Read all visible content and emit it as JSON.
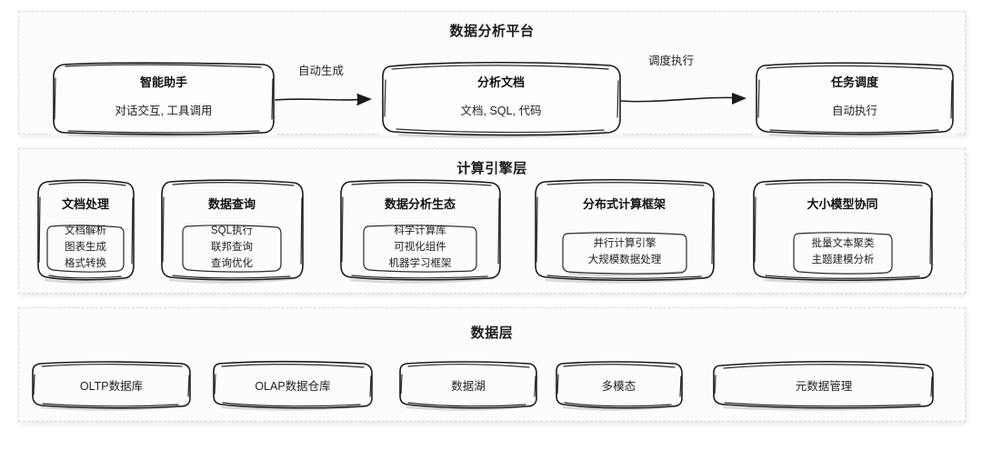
{
  "diagram": {
    "title_not_shown": false,
    "layers": [
      {
        "id": "platform",
        "title": "数据分析平台",
        "nodes": [
          {
            "title": "智能助手",
            "subtitle": "对话交互, 工具调用"
          },
          {
            "title": "分析文档",
            "subtitle": "文档, SQL, 代码"
          },
          {
            "title": "任务调度",
            "subtitle": "自动执行"
          }
        ],
        "arrows": [
          {
            "label": "自动生成",
            "from": "智能助手",
            "to": "分析文档"
          },
          {
            "label": "调度执行",
            "from": "分析文档",
            "to": "任务调度"
          }
        ]
      },
      {
        "id": "compute",
        "title": "计算引擎层",
        "cards": [
          {
            "title": "文档处理",
            "items": [
              "文档解析",
              "图表生成",
              "格式转换"
            ]
          },
          {
            "title": "数据查询",
            "items": [
              "SQL执行",
              "联邦查询",
              "查询优化"
            ]
          },
          {
            "title": "数据分析生态",
            "items": [
              "科学计算库",
              "可视化组件",
              "机器学习框架"
            ]
          },
          {
            "title": "分布式计算框架",
            "items": [
              "并行计算引擎",
              "大规模数据处理"
            ]
          },
          {
            "title": "大小模型协同",
            "items": [
              "批量文本聚类",
              "主题建模分析"
            ]
          }
        ]
      },
      {
        "id": "data",
        "title": "数据层",
        "nodes": [
          {
            "label": "OLTP数据库"
          },
          {
            "label": "OLAP数据仓库"
          },
          {
            "label": "数据湖"
          },
          {
            "label": "多模态"
          },
          {
            "label": "元数据管理"
          }
        ]
      }
    ],
    "colors": {
      "background": "#ffffff",
      "layer_fill": "#fcfcfc",
      "layer_border": "#d8d8d8",
      "stroke": "#1a1a1a",
      "text": "#1f1f1f"
    }
  }
}
